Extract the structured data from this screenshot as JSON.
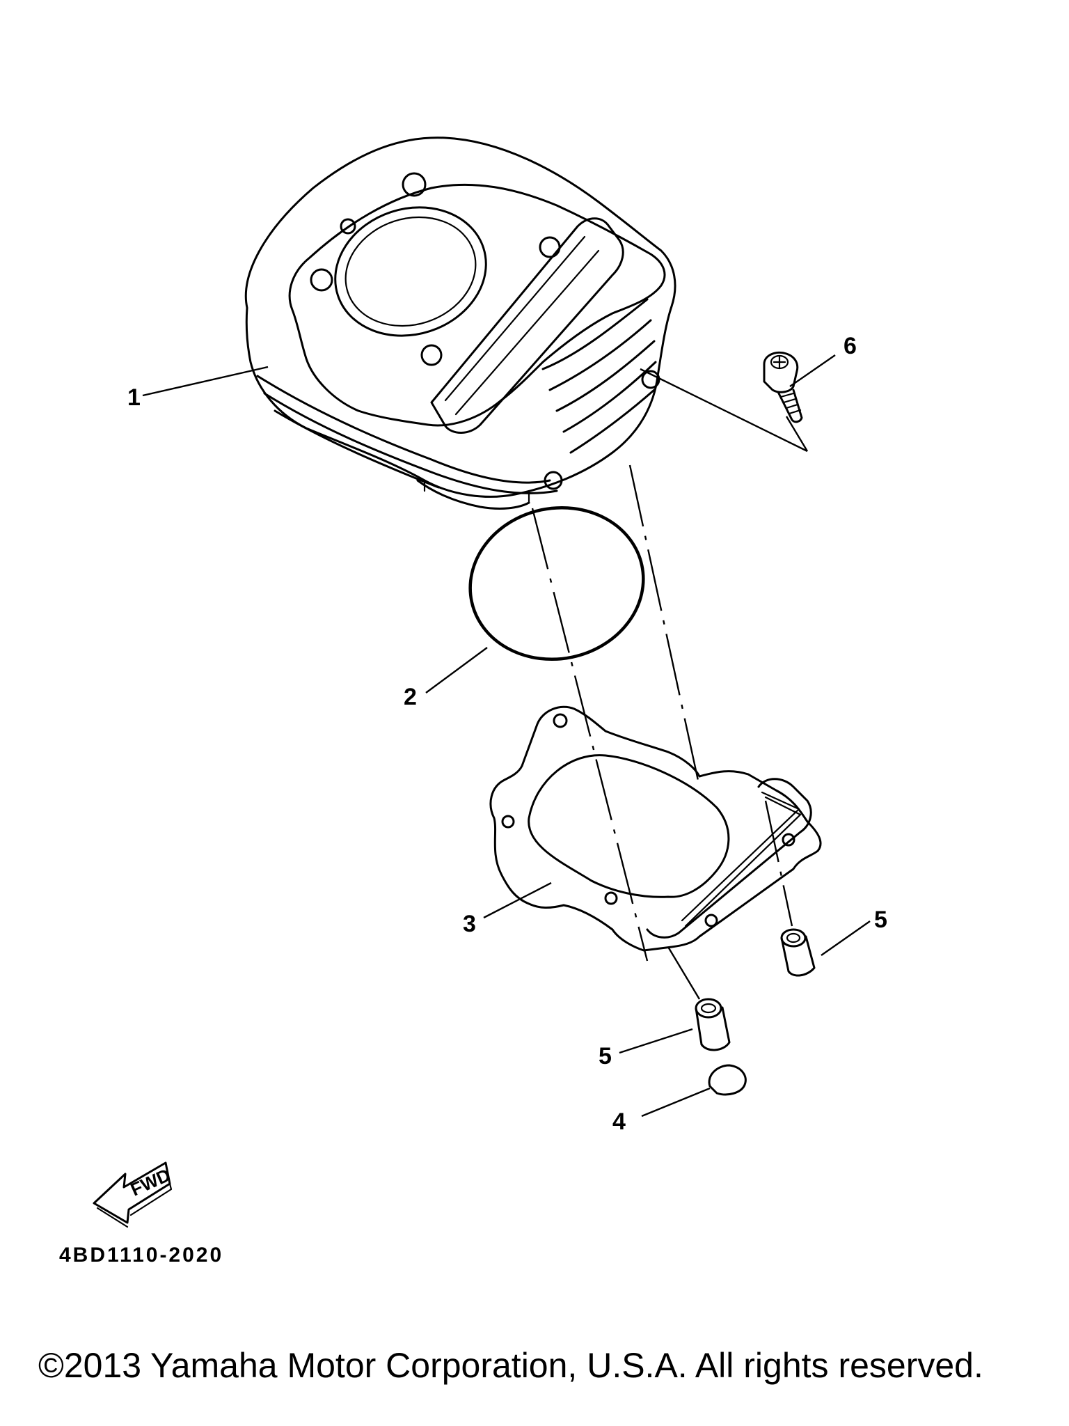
{
  "diagram": {
    "callouts": {
      "c1": "1",
      "c2": "2",
      "c3": "3",
      "c4": "4",
      "c5a": "5",
      "c5b": "5",
      "c6": "6"
    },
    "fwd_label": "FWD",
    "part_code": "4BD1110-2020"
  },
  "footer": {
    "copyright": "©2013 Yamaha Motor Corporation, U.S.A. All rights reserved."
  },
  "parts": [
    {
      "ref": "1",
      "icon": "cylinder-icon"
    },
    {
      "ref": "2",
      "icon": "o-ring-icon"
    },
    {
      "ref": "3",
      "icon": "cylinder-gasket-icon"
    },
    {
      "ref": "4",
      "icon": "plug-icon"
    },
    {
      "ref": "5",
      "icon": "dowel-pin-icon"
    },
    {
      "ref": "6",
      "icon": "bolt-icon"
    }
  ]
}
